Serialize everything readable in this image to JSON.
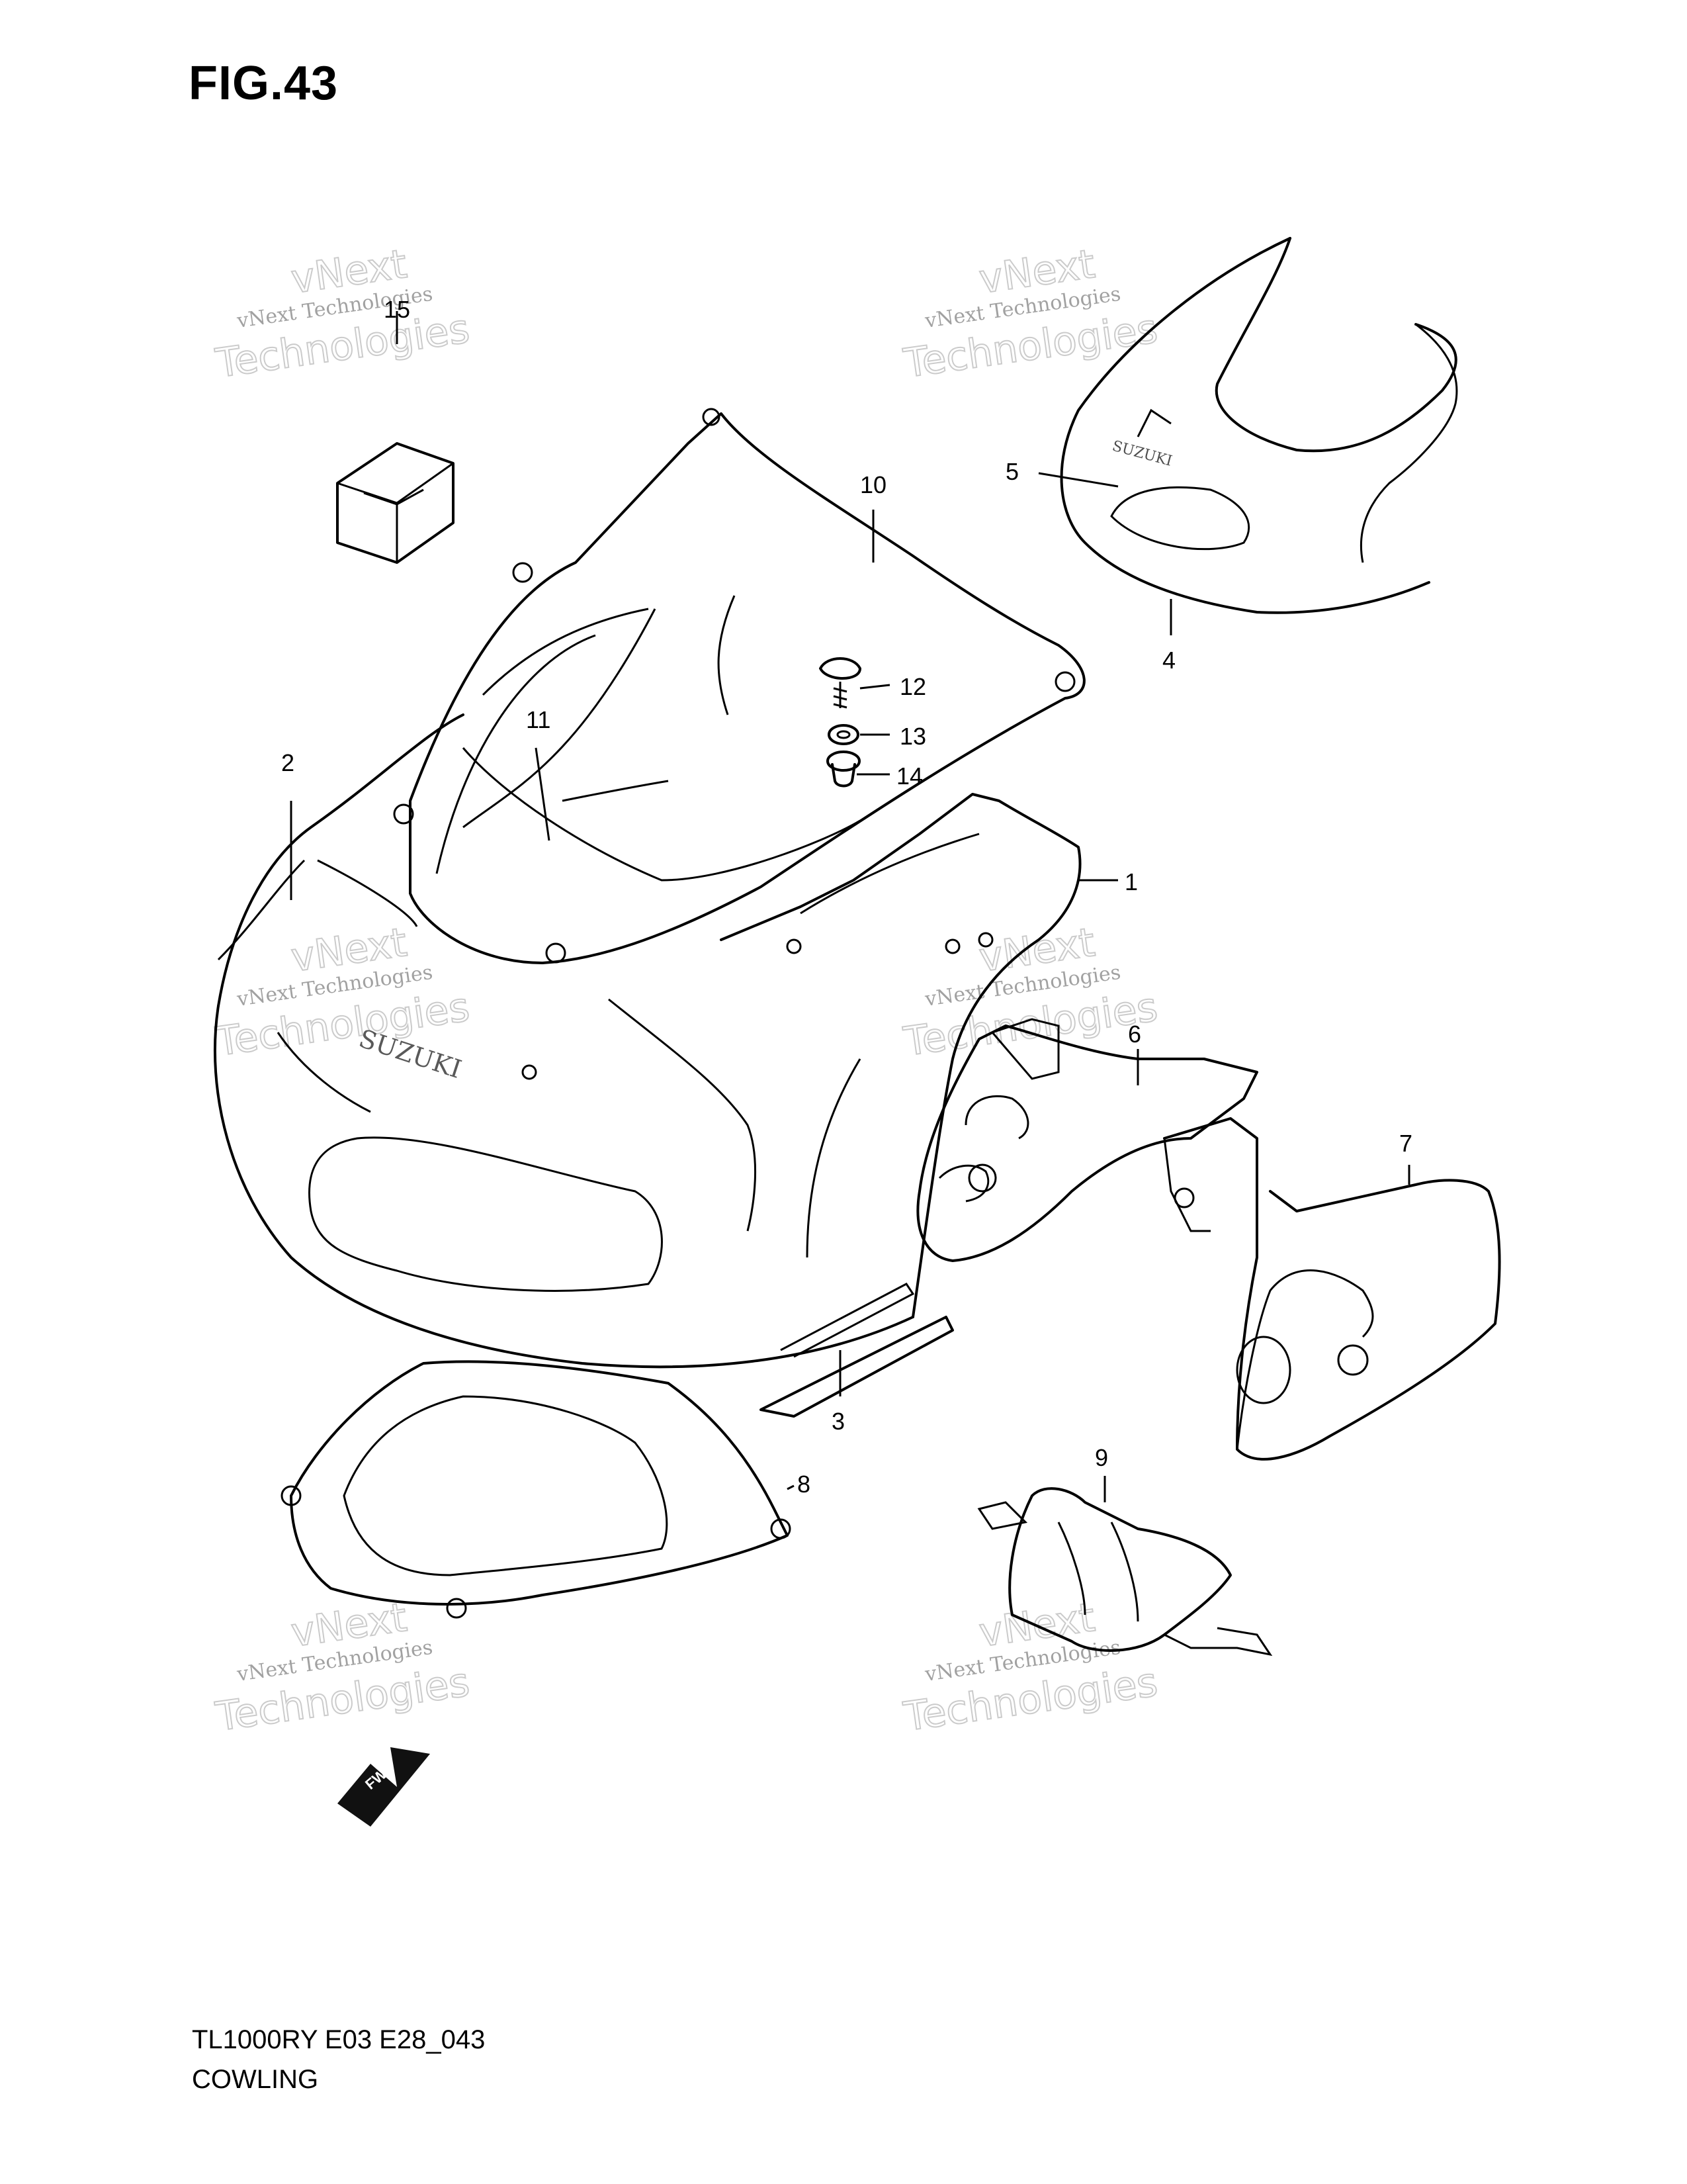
{
  "figure": {
    "title": "FIG.43"
  },
  "footer": {
    "model_code": "TL1000RY E03 E28_043",
    "section_name": "COWLING"
  },
  "callouts": [
    {
      "id": "c1",
      "label": "1"
    },
    {
      "id": "c2",
      "label": "2"
    },
    {
      "id": "c3",
      "label": "3"
    },
    {
      "id": "c4",
      "label": "4"
    },
    {
      "id": "c5",
      "label": "5"
    },
    {
      "id": "c6",
      "label": "6"
    },
    {
      "id": "c7",
      "label": "7"
    },
    {
      "id": "c8",
      "label": "8"
    },
    {
      "id": "c9",
      "label": "9"
    },
    {
      "id": "c10",
      "label": "10"
    },
    {
      "id": "c11",
      "label": "11"
    },
    {
      "id": "c12",
      "label": "12"
    },
    {
      "id": "c13",
      "label": "13"
    },
    {
      "id": "c14",
      "label": "14"
    },
    {
      "id": "c15",
      "label": "15"
    }
  ],
  "watermark": {
    "line1": "vNext Technologies",
    "line2": "vNext",
    "line3": "Technologies"
  },
  "fwd_arrow": {
    "label": "FWD"
  },
  "brand_lettering": "SUZUKI"
}
